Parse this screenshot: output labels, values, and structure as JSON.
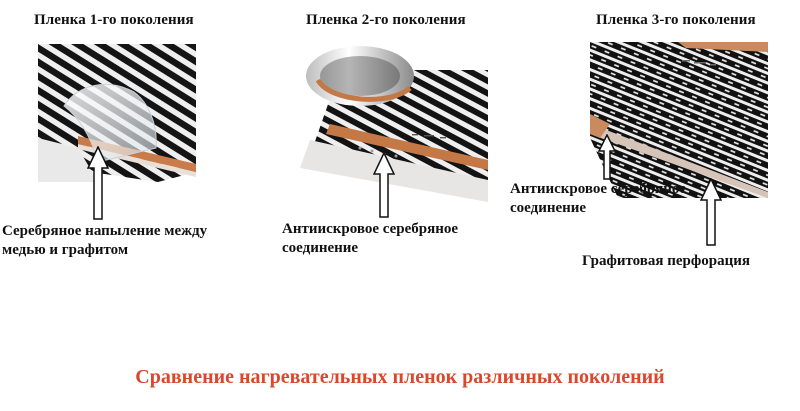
{
  "generations": [
    {
      "title": "Пленка 1-го поколения",
      "caption_lines": [
        "Серебряное напыление между",
        "медью и графитом"
      ]
    },
    {
      "title": "Пленка 2-го поколения",
      "caption_lines": [
        "Антиискровое серебряное",
        "соединение"
      ]
    },
    {
      "title": "Пленка 3-го поколения",
      "caption_lines": [
        "Антиискровое серебряное",
        "соединение"
      ],
      "caption2": "Графитовая перфорация"
    }
  ],
  "footer_title": "Сравнение нагревательных пленок различных поколений",
  "colors": {
    "footer": "#d9482b",
    "stripe": "#121212",
    "copper": "#c77a4a",
    "film": "#e9e9e9"
  }
}
